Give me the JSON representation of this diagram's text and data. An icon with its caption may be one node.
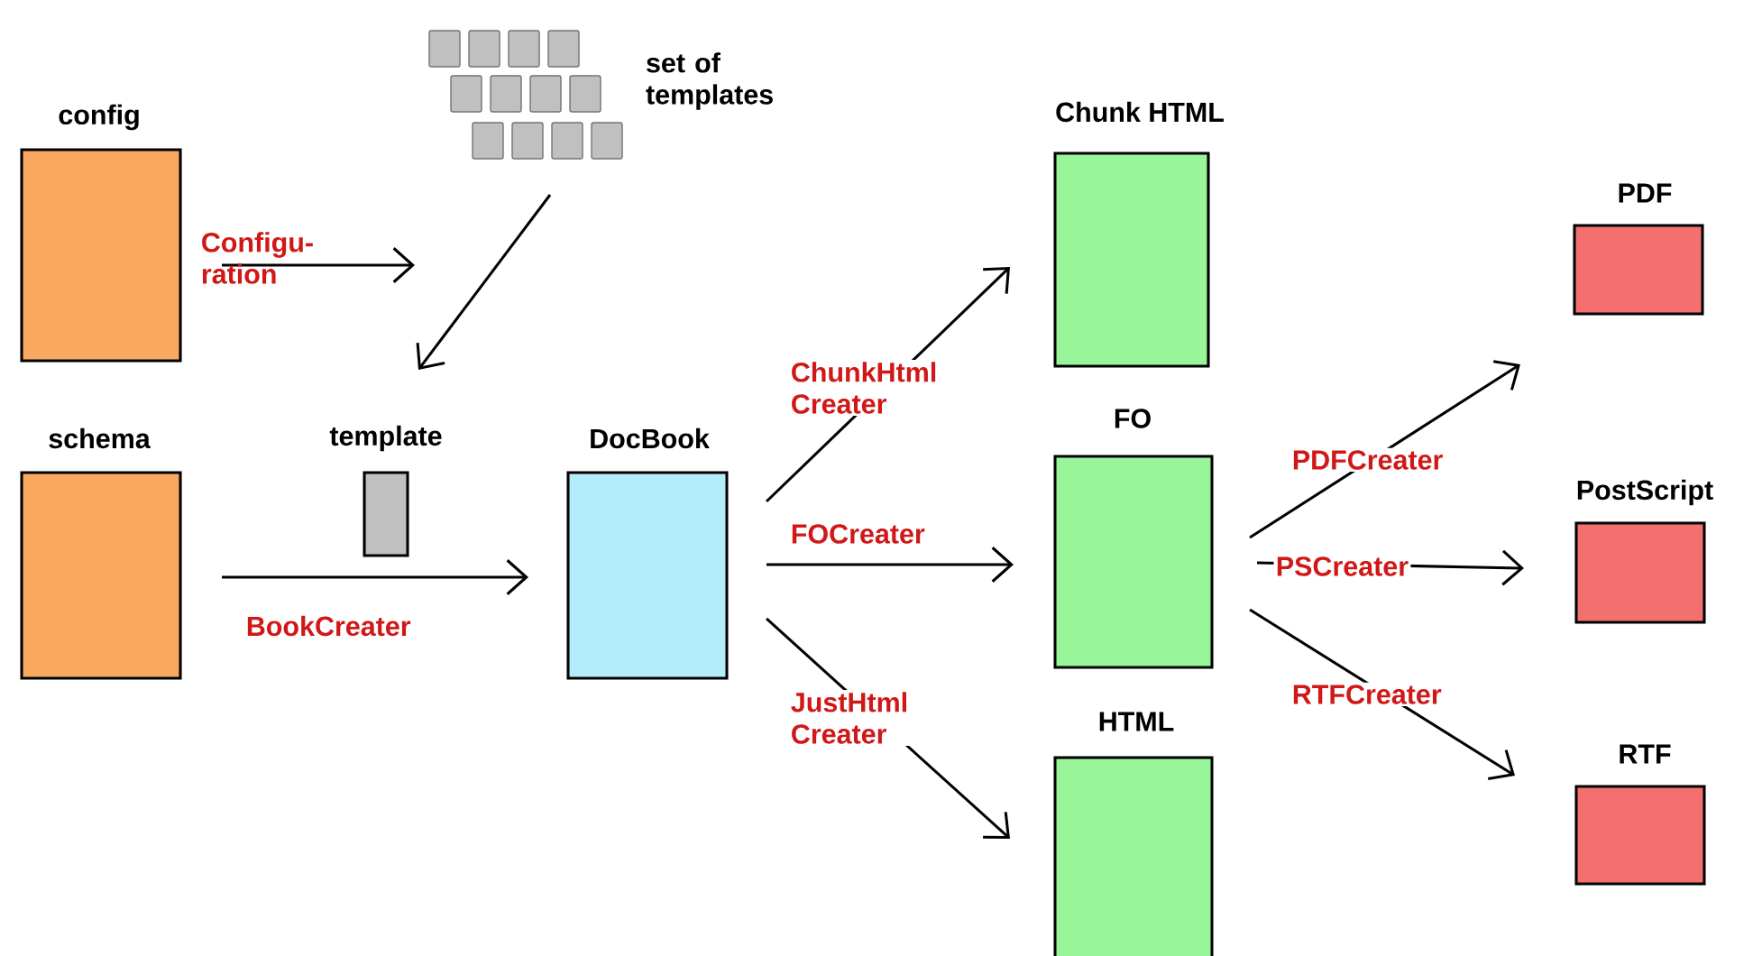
{
  "diagram": {
    "nodes": [
      {
        "text": [
          "config"
        ]
      },
      {
        "text": [
          "schema"
        ]
      },
      {
        "text": [
          "set of templates"
        ]
      },
      {
        "text": [
          "template"
        ]
      },
      {
        "text": [
          "DocBook"
        ]
      },
      {
        "text": [
          "Chunk HTML"
        ]
      },
      {
        "text": [
          "FO"
        ]
      },
      {
        "text": [
          "HTML"
        ]
      },
      {
        "text": [
          "PDF"
        ]
      },
      {
        "text": [
          "PostScript"
        ]
      },
      {
        "text": [
          "RTF"
        ]
      }
    ],
    "edges": [
      {
        "from": 0,
        "to": null,
        "arrow": "to",
        "label": "Configu- ration"
      },
      {
        "from": 2,
        "to": 3,
        "arrow": "to"
      },
      {
        "from": 1,
        "to": 4,
        "arrow": "to",
        "label": "BookCreater"
      },
      {
        "from": 4,
        "to": 5,
        "arrow": "to",
        "label": "ChunkHtml Creater"
      },
      {
        "from": 4,
        "to": 6,
        "arrow": "to",
        "label": "FOCreater"
      },
      {
        "from": 4,
        "to": 7,
        "arrow": "to",
        "label": "JustHtml Creater"
      },
      {
        "from": 6,
        "to": 8,
        "arrow": "to",
        "label": "PDFCreater"
      },
      {
        "from": 6,
        "to": 9,
        "arrow": "to",
        "label": "PSCreater"
      },
      {
        "from": 6,
        "to": 10,
        "arrow": "to",
        "label": "RTFCreater"
      }
    ]
  }
}
